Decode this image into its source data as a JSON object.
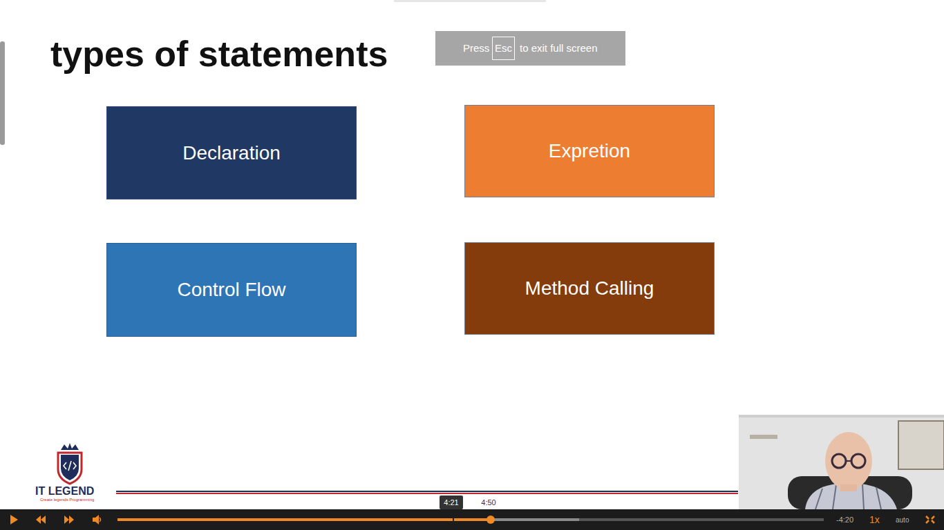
{
  "diagram": {
    "title": "types of statements",
    "nodes": [
      {
        "text": [
          "Declaration"
        ]
      },
      {
        "text": [
          "Expretion"
        ]
      },
      {
        "text": [
          "Control Flow"
        ]
      },
      {
        "text": [
          "Method Calling"
        ]
      }
    ],
    "labels": [
      "Press",
      "Esc",
      "to exit full screen",
      "4:21",
      "4:50",
      "-4:20",
      "1x",
      "auto",
      "IT LEGEND",
      "Create legends Programming"
    ]
  }
}
